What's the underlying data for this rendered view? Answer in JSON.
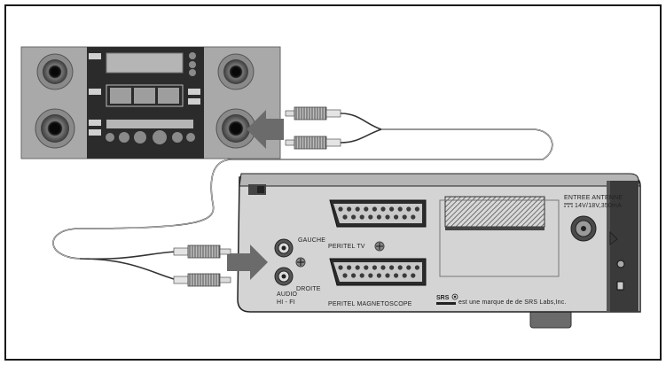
{
  "labels": {
    "gauche": "GAUCHE",
    "droite": "DROITE",
    "audio": "AUDIO",
    "hifi": "HI - FI",
    "peritel_tv": "PERITEL TV",
    "peritel_magneto": "PERITEL MAGNETOSCOPE",
    "entree_antenne": "ENTREE  ANTENNE",
    "antenna_spec": "14V/18V,350mA",
    "srs_logo": "SRS",
    "srs_note": "est une marque de de SRS Labs,Inc."
  },
  "colors": {
    "frame": "#1a1a1a",
    "hifi_panel": "#a9a9a9",
    "hifi_center": "#2b2b2b",
    "receiver_body": "#d4d4d4",
    "receiver_dark": "#3a3a3a",
    "arrow": "#6b6b6b"
  },
  "icons": {
    "left_arrow": "left-arrow-icon",
    "right_arrow": "right-arrow-icon",
    "cross": "plus-icon",
    "warning": "triangle-icon"
  }
}
